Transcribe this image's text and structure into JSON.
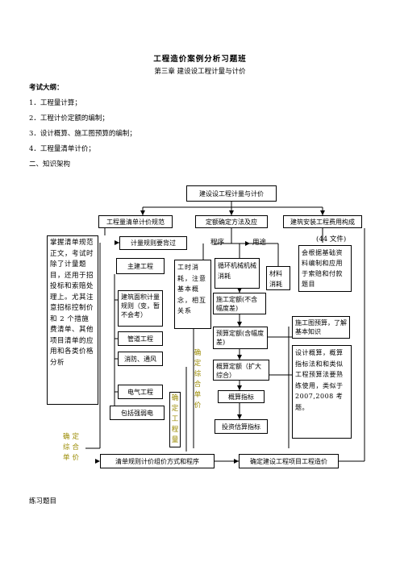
{
  "title": "工程造价案例分析习题班",
  "chapter": "第三章  建设设工程计量与计价",
  "outline_heading": "考试大纲：",
  "outline_items": [
    "1．工程量计算；",
    "2．工程计价定额的编制；",
    "3．设计概算、施工图预算的编制；",
    "4．工程量清单计价；"
  ],
  "section_two": "二、知识架构",
  "diagram": {
    "root": "建设设工程计量与计价",
    "col1_head": "工程量清单计价规范",
    "col2_head": "定额确定方法及应",
    "col3_head": "建筑安装工程费用构成",
    "left_note": "掌握清单规范正文，考试时除了计量题目，还用于招投标和索赔处理上。尤其注意招标控制价和 2 个措施费清单、其他项目清单的应用和各类价格分析",
    "memorize": "计量规则要背过",
    "civil": "主建工程",
    "area_rules": "建筑面积计量规则（变，暂不会考）",
    "pipe": "管道工程",
    "fire": "消防、通风",
    "electric": "电气工程",
    "weak_current": "包括强弱电",
    "seq": "程序",
    "use": "用途",
    "labor": "工时消耗，注意基本概念，相互关系",
    "machine": "循环机械机械消耗",
    "material": "材料消耗",
    "construction_quota": "施工定额(不含幅度差)",
    "budget_quota": "预算定额(含幅度差)",
    "estimate_quota": "概算定额（扩大综合）",
    "estimate_index": "概算指标",
    "invest_index": "投资估算指标",
    "files_note": "(44 文件)",
    "base_note": "会根据基础资料编制和应用于索赔和付款题目",
    "drawing_budget": "施工图预算，了解基本知识",
    "design_estimate": "设计概算，概算指标法和和类似工程预算法要熟练使用，类似于 2007,2008 考题。",
    "vert_quantity": "确定工程量",
    "vert_price": "确定综合单价",
    "left_price": "确定综合单价",
    "bottom_left": "清单规则计价组价方式和程序",
    "bottom_right": "确定建设工程项目工程造价"
  },
  "exercise_title": "练习题目"
}
